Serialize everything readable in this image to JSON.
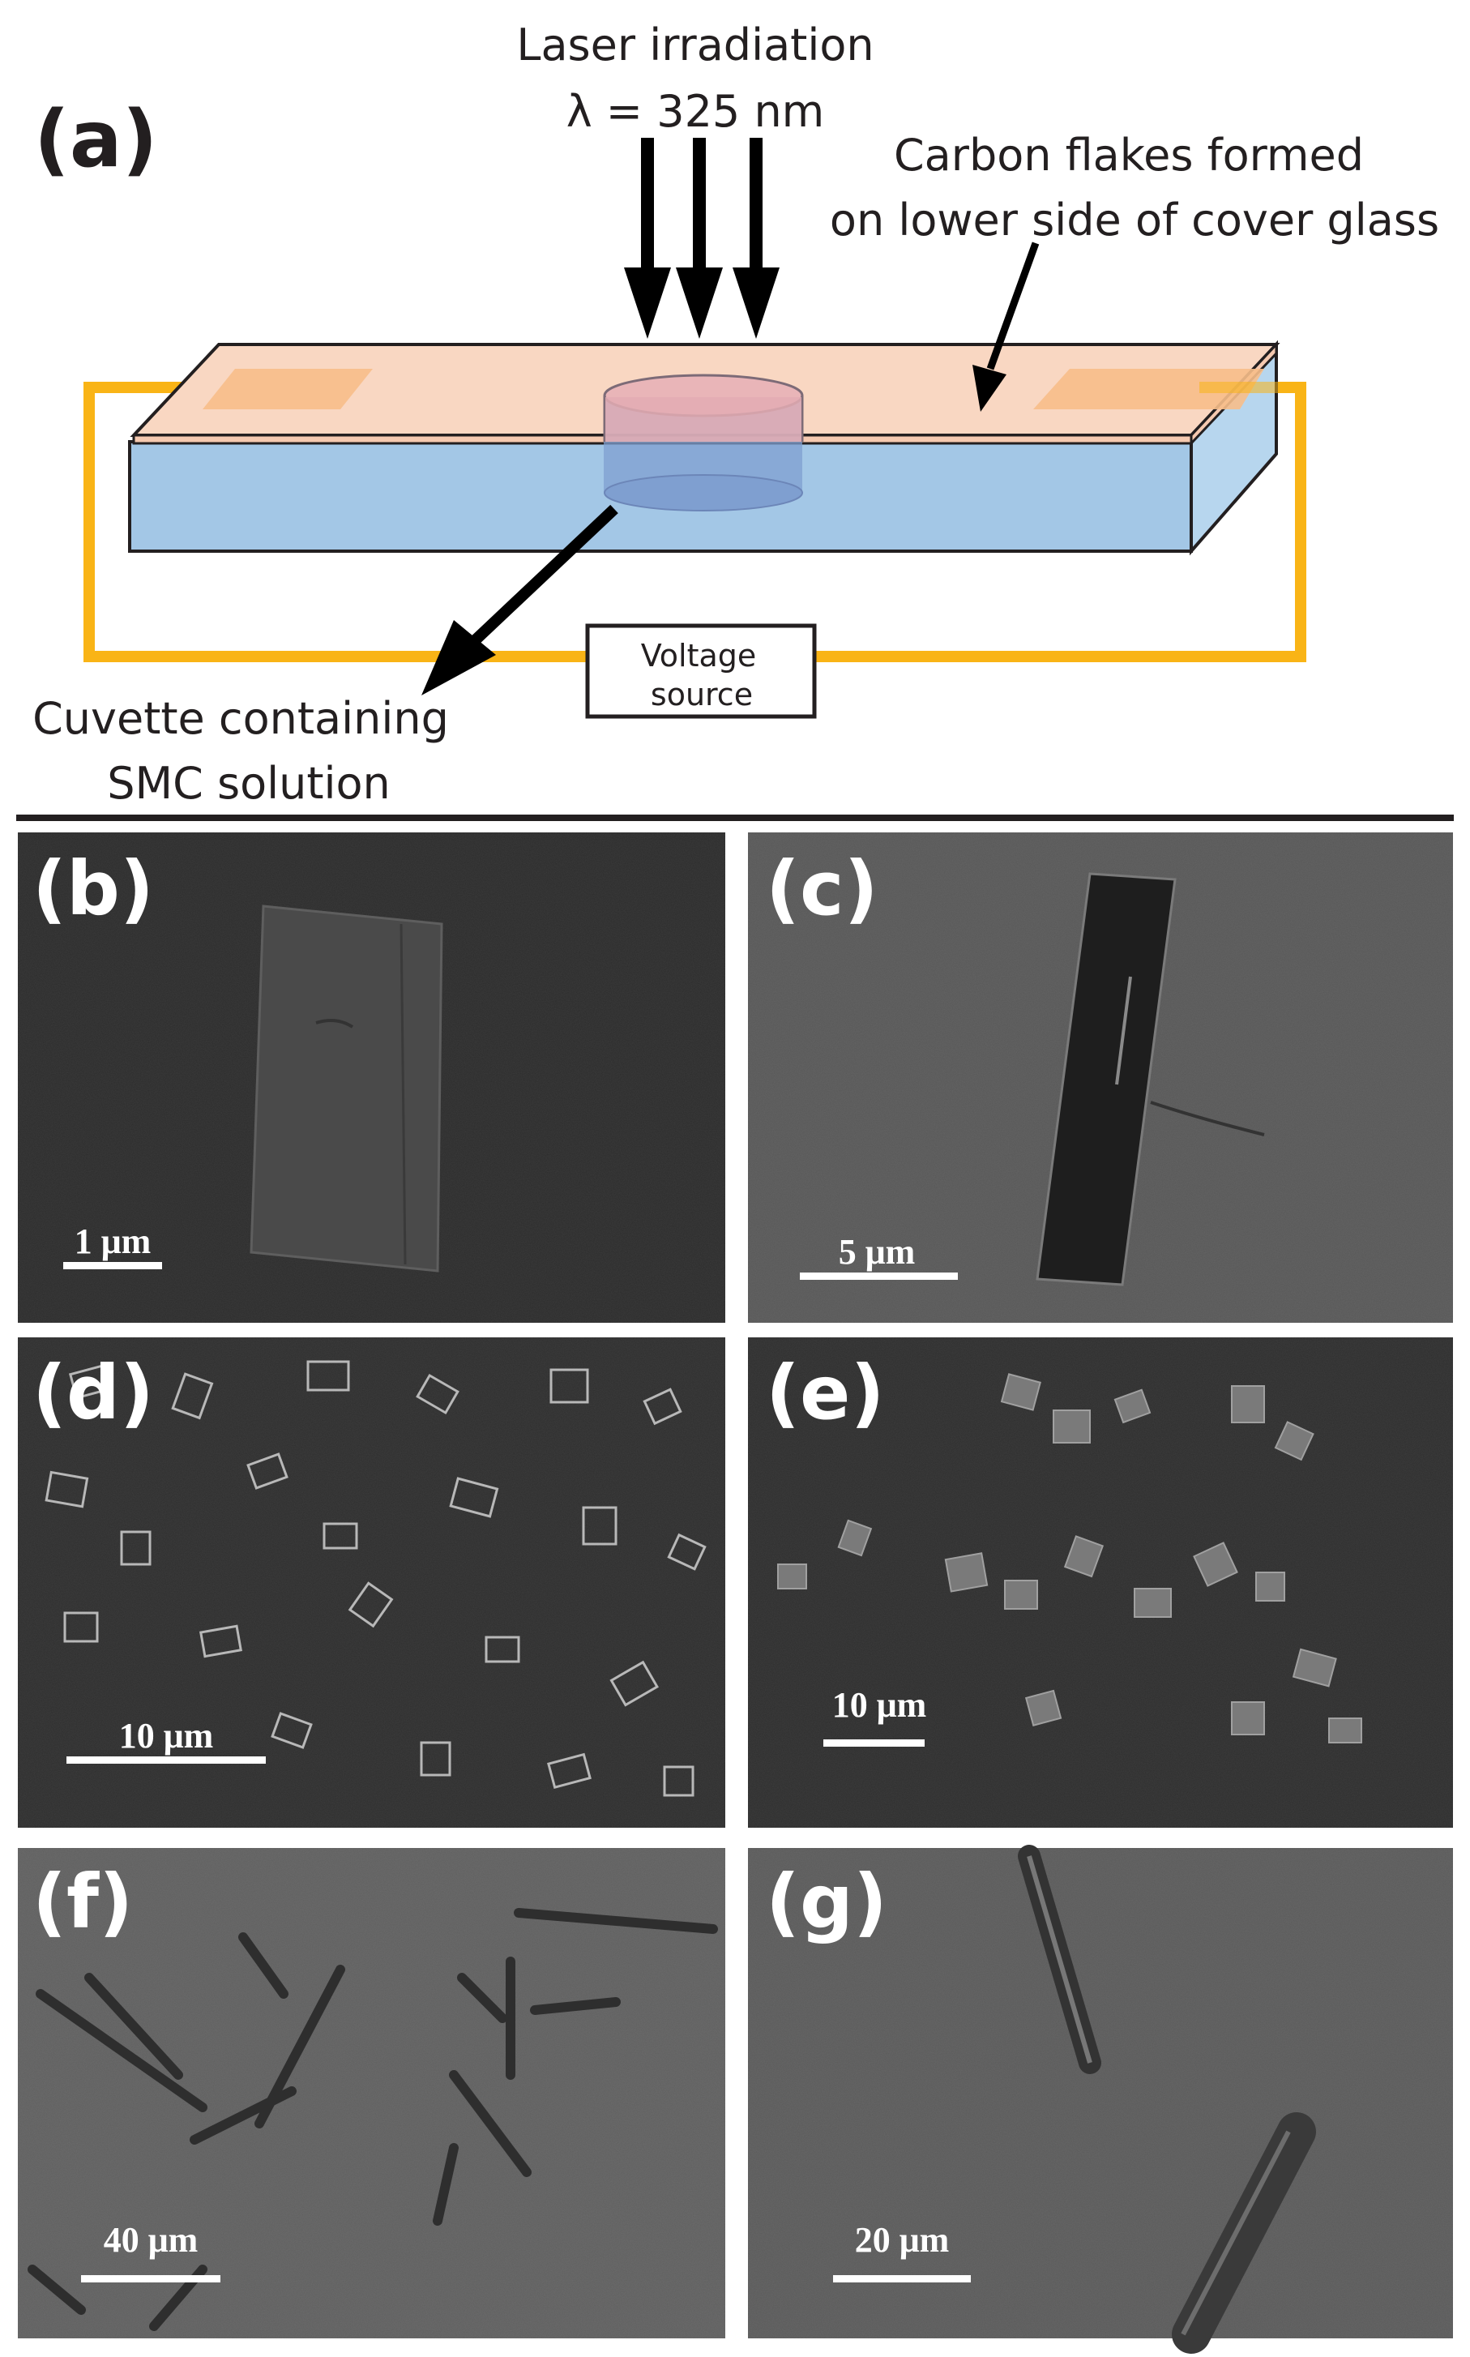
{
  "panel_a": {
    "letter": "(a)",
    "laser_line1": "Laser irradiation",
    "laser_line2": "λ = 325 nm",
    "flakes_line1": "Carbon flakes formed",
    "flakes_line2": "on lower side of cover glass",
    "voltage_line1": "Voltage",
    "voltage_line2": "source",
    "cuvette_line1": "Cuvette containing",
    "cuvette_line2": "SMC solution"
  },
  "panels": [
    {
      "letter": "(b)",
      "scale": "1 μm"
    },
    {
      "letter": "(c)",
      "scale": "5 μm"
    },
    {
      "letter": "(d)",
      "scale": "10 μm"
    },
    {
      "letter": "(e)",
      "scale": "10 μm"
    },
    {
      "letter": "(f)",
      "scale": "40 μm"
    },
    {
      "letter": "(g)",
      "scale": "20 μm"
    }
  ],
  "colors": {
    "wire": "#f9b416",
    "cuvette": "#a3c7e6",
    "cover_glass": "#f9d7c2",
    "electrode": "#f7be8a",
    "sem_dark": "#2e2e2e",
    "sem_gray": "#585858"
  }
}
